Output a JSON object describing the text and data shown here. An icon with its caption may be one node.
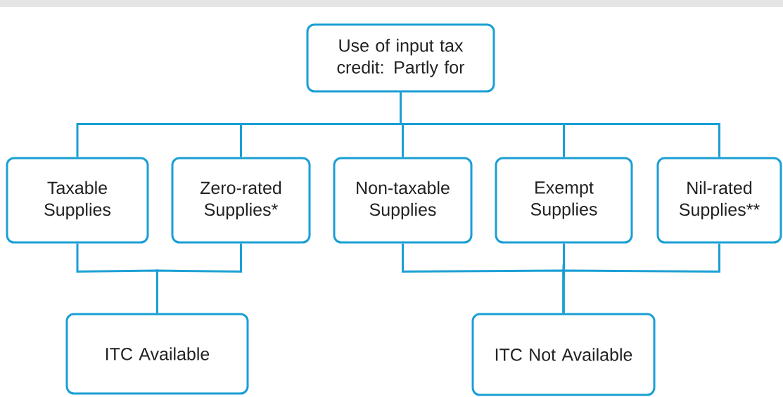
{
  "diagram": {
    "nodes": [
      {
        "text": [
          "Use of input tax credit: Partly for"
        ]
      },
      {
        "text": [
          "Taxable Supplies"
        ]
      },
      {
        "text": [
          "Zero-rated Supplies*"
        ]
      },
      {
        "text": [
          "Non-taxable Supplies"
        ]
      },
      {
        "text": [
          "Exempt Supplies"
        ]
      },
      {
        "text": [
          "Nil-rated Supplies**"
        ]
      },
      {
        "text": [
          "ITC Available"
        ]
      },
      {
        "text": [
          "ITC Not Available"
        ]
      }
    ],
    "edges": [
      {
        "from": 0,
        "to": 1,
        "arrow": "none"
      },
      {
        "from": 0,
        "to": 2,
        "arrow": "none"
      },
      {
        "from": 0,
        "to": 3,
        "arrow": "none"
      },
      {
        "from": 0,
        "to": 4,
        "arrow": "none"
      },
      {
        "from": 0,
        "to": 5,
        "arrow": "none"
      },
      {
        "from": 1,
        "to": 6,
        "arrow": "none"
      },
      {
        "from": 2,
        "to": 6,
        "arrow": "none"
      },
      {
        "from": 3,
        "to": 7,
        "arrow": "none"
      },
      {
        "from": 4,
        "to": 7,
        "arrow": "none"
      },
      {
        "from": 5,
        "to": 7,
        "arrow": "none"
      }
    ]
  }
}
